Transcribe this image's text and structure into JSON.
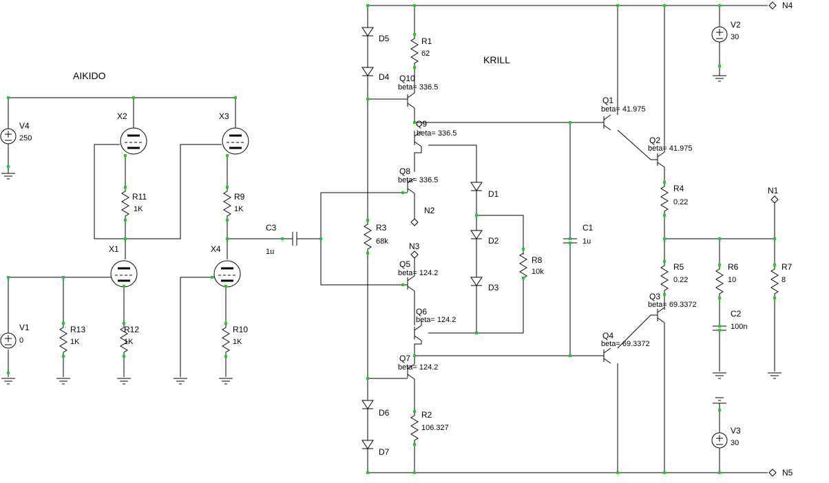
{
  "titles": {
    "left": "AIKIDO",
    "right": "KRILL"
  },
  "labels": {
    "V4": "V4",
    "V4_val": "250",
    "V1": "V1",
    "V1_val": "0",
    "V2": "V2",
    "V2_val": "30",
    "V3": "V3",
    "V3_val": "30",
    "X1": "X1",
    "X2": "X2",
    "X3": "X3",
    "X4": "X4",
    "R1": "R1",
    "R1_val": "62",
    "R2": "R2",
    "R2_val": "106.327",
    "R3": "R3",
    "R3_val": "68k",
    "R4": "R4",
    "R4_val": "0.22",
    "R5": "R5",
    "R5_val": "0.22",
    "R6": "R6",
    "R6_val": "10",
    "R7": "R7",
    "R7_val": "8",
    "R8": "R8",
    "R8_val": "10k",
    "R9": "R9",
    "R9_val": "1K",
    "R10": "R10",
    "R10_val": "1K",
    "R11": "R11",
    "R11_val": "1K",
    "R12": "R12",
    "R12_val": "1K",
    "R13": "R13",
    "R13_val": "1K",
    "C1": "C1",
    "C1_val": "1u",
    "C2": "C2",
    "C2_val": "100n",
    "C3": "C3",
    "C3_val": "1u",
    "D1": "D1",
    "D2": "D2",
    "D3": "D3",
    "D4": "D4",
    "D5": "D5",
    "D6": "D6",
    "D7": "D7",
    "Q1": "Q1",
    "Q1_beta": "beta= 41.975",
    "Q2": "Q2",
    "Q2_beta": "beta= 41.975",
    "Q3": "Q3",
    "Q3_beta": "beta= 69.3372",
    "Q4": "Q4",
    "Q4_beta": "beta= 69.3372",
    "Q5": "Q5",
    "Q5_beta": "beta= 124.2",
    "Q6": "Q6",
    "Q6_beta": "beta= 124.2",
    "Q7": "Q7",
    "Q7_beta": "beta= 124.2",
    "Q8": "Q8",
    "Q8_beta": "beta= 336.5",
    "Q9": "Q9",
    "Q9_beta": "beta= 336.5",
    "Q10": "Q10",
    "Q10_beta": "beta= 336.5",
    "N1": "N1",
    "N2": "N2",
    "N3": "N3",
    "N4": "N4",
    "N5": "N5"
  }
}
